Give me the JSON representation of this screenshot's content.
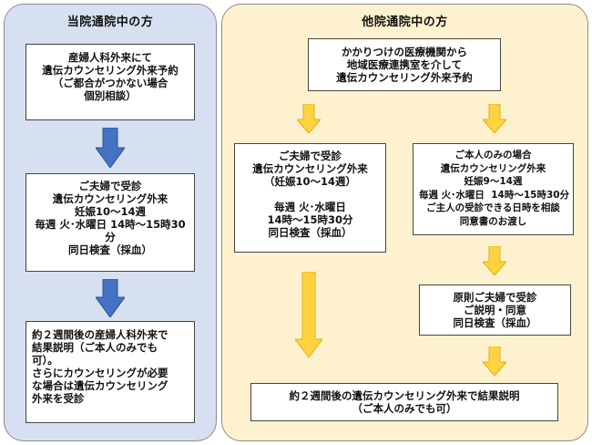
{
  "left": {
    "title": "当院通院中の方",
    "box1": [
      "産婦人科外来にて",
      "遺伝カウンセリング外来予約",
      "（ご都合がつかない場合",
      "個別相談）"
    ],
    "box2": [
      "ご夫婦で受診",
      "遺伝カウンセリング外来",
      "妊娠10〜14週",
      "毎週 火･水曜日 14時〜15時30",
      "分",
      "同日検査（採血）"
    ],
    "box3": [
      "約２週間後の産婦人科外来で",
      "結果説明（ご本人のみでも",
      "可）。",
      "さらにカウンセリングが必要",
      "な場合は遺伝カウンセリング",
      "外来を受診"
    ]
  },
  "right": {
    "title": "他院通院中の方",
    "box_top": [
      "かかりつけの医療機関から",
      "地域医療連携室を介して",
      "遺伝カウンセリング外来予約"
    ],
    "box_couple": [
      "ご夫婦で受診",
      "遺伝カウンセリング外来",
      "（妊娠10〜14週）",
      "",
      "毎週 火･水曜日",
      "14時〜15時30分",
      "同日検査（採血）"
    ],
    "box_self": [
      "ご本人のみの場合",
      "遺伝カウンセリング外来",
      "妊娠9〜14週",
      "毎週 火･水曜日  14時〜15時30分",
      "ご主人の受診できる日時を相談",
      "同意書のお渡し"
    ],
    "box_principle": [
      "原則ご夫婦で受診",
      "ご説明・同意",
      "同日検査（採血）"
    ],
    "box_result": [
      "約２週間後の遺伝カウンセリング外来で結果説明",
      "（ご本人のみでも可）"
    ]
  },
  "colors": {
    "left_panel": "#d6e0f0",
    "right_panel": "#fdf2cd",
    "blue_arrow": "#4472c4",
    "yellow_arrow": "#ffd23f"
  }
}
